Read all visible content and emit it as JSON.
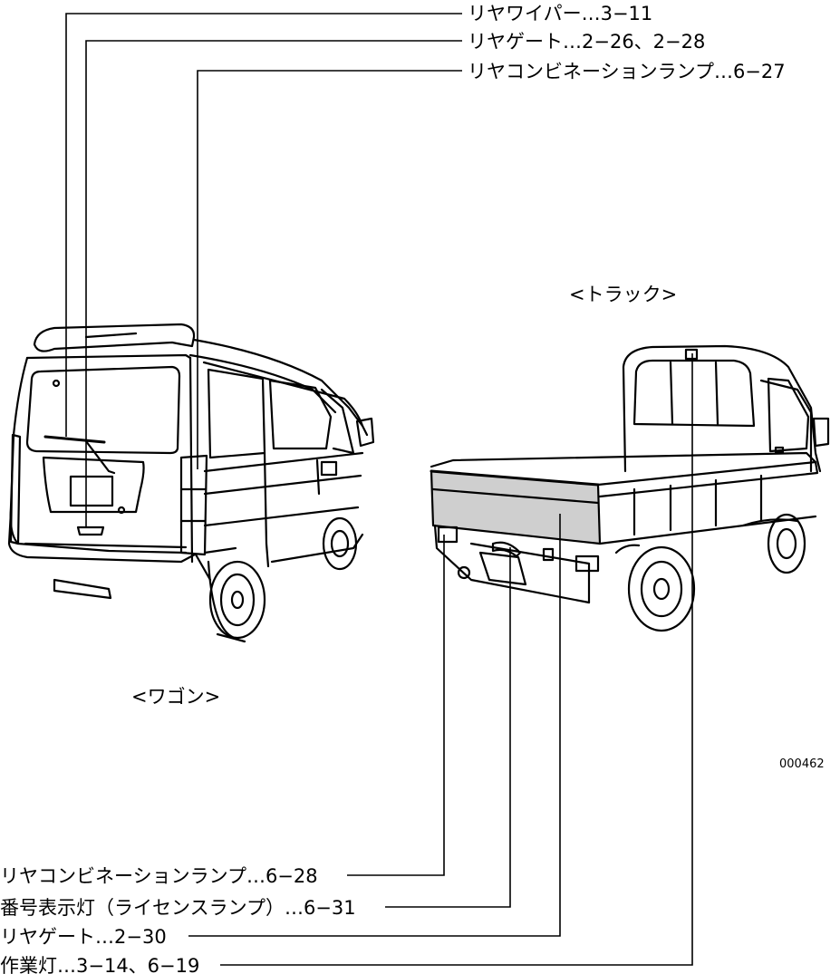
{
  "top_callouts": [
    {
      "text": "リヤワイパー…3−11"
    },
    {
      "text": "リヤゲート…2−26、2−28"
    },
    {
      "text": "リヤコンビネーションランプ…6−27"
    }
  ],
  "bottom_callouts": [
    {
      "text": "リヤコンビネーションランプ…6−28"
    },
    {
      "text": "番号表示灯（ライセンスランプ）…6−31"
    },
    {
      "text": "リヤゲート…2−30"
    },
    {
      "text": "作業灯…3−14、6−19"
    }
  ],
  "captions": {
    "wagon": "<ワゴン>",
    "truck": "<トラック>"
  },
  "figure_code": "000462"
}
